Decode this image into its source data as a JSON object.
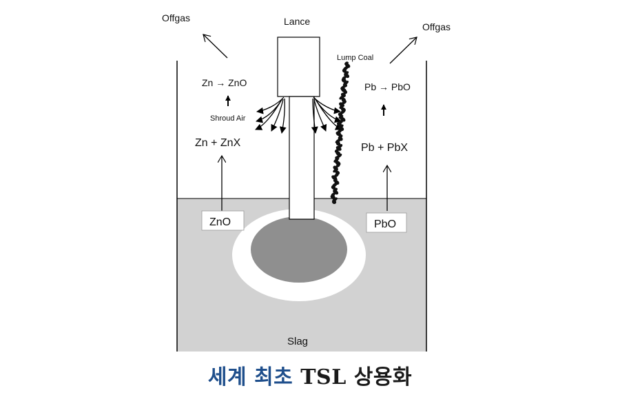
{
  "labels": {
    "offgas_left": "Offgas",
    "offgas_right": "Offgas",
    "lance": "Lance",
    "lump_coal": "Lump Coal",
    "zn_reaction": "Zn → ZnO",
    "pb_reaction": "Pb → PbO",
    "shroud_air": "Shroud Air",
    "zn_species": "Zn + ZnX",
    "pb_species": "Pb + PbX",
    "zno_box": "ZnO",
    "pbo_box": "PbO",
    "slag": "Slag"
  },
  "caption": {
    "accent": "세계 최초",
    "rest": " TSL 상용화"
  },
  "colors": {
    "slag": "#d2d2d2",
    "plume_core": "#8f8f8f",
    "plume_ring": "#ffffff",
    "line": "#000000",
    "caption_accent": "#1f4f8c",
    "caption_text": "#1a1a1a"
  }
}
